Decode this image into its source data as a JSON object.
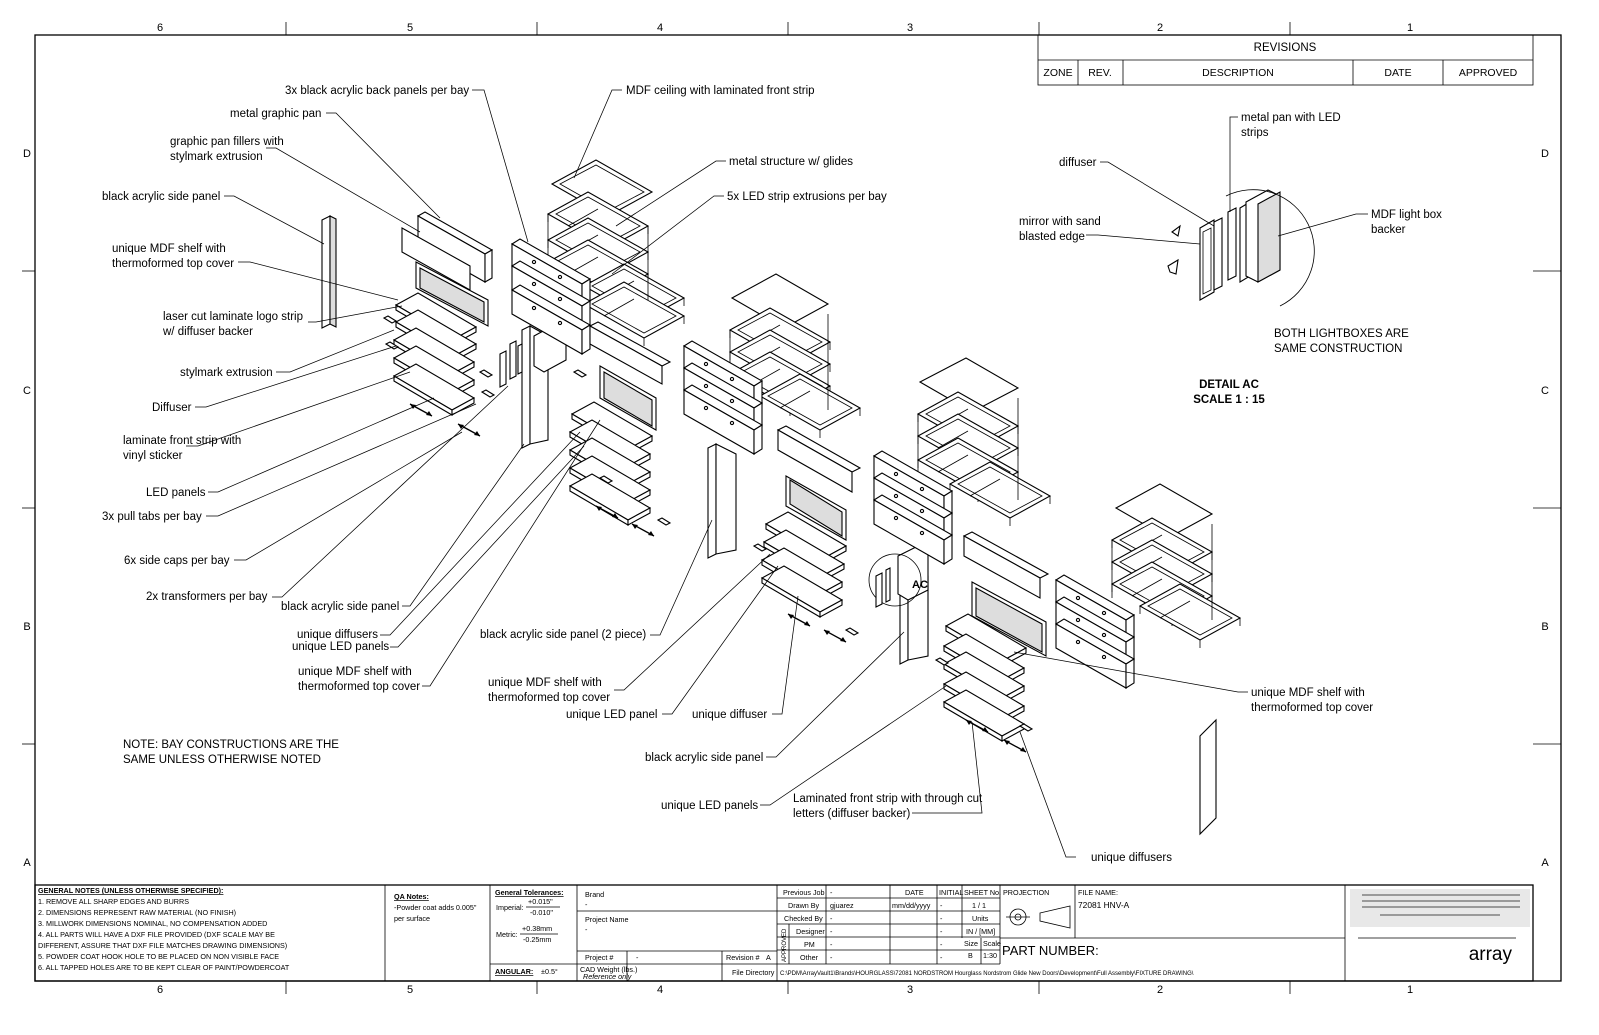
{
  "zones": {
    "columns": [
      "6",
      "5",
      "4",
      "3",
      "2",
      "1"
    ],
    "rows": [
      "D",
      "C",
      "B",
      "A"
    ]
  },
  "revisions": {
    "title": "REVISIONS",
    "headers": [
      "ZONE",
      "REV.",
      "DESCRIPTION",
      "DATE",
      "APPROVED"
    ]
  },
  "labels": {
    "l01": "3x black acrylic back panels per bay",
    "l02": "metal graphic pan",
    "l03a": "graphic pan fillers with",
    "l03b": "stylmark extrusion",
    "l04": "black acrylic side panel",
    "l05a": "unique MDF shelf with",
    "l05b": "thermoformed top cover",
    "l06a": "laser cut laminate logo strip",
    "l06b": "w/ diffuser backer",
    "l07": "stylmark extrusion",
    "l08": "Diffuser",
    "l09a": "laminate front strip with",
    "l09b": "vinyl sticker",
    "l10": "LED panels",
    "l11": "3x pull tabs per bay",
    "l12": "6x side caps per bay",
    "l13": "2x transformers per bay",
    "l14": "MDF ceiling with laminated front strip",
    "l15": "metal structure w/ glides",
    "l16": "5x LED strip extrusions per bay",
    "l17": "black acrylic side panel",
    "l18": "unique diffusers",
    "l19": "unique LED panels",
    "l20a": "unique MDF shelf with",
    "l20b": "thermoformed top cover",
    "l21": "black acrylic side panel (2 piece)",
    "l22a": "unique MDF shelf with",
    "l22b": "thermoformed top cover",
    "l23": "unique LED panel",
    "l24": "unique diffuser",
    "l25": "black acrylic side panel",
    "l26": "unique LED panels",
    "l27a": "Laminated front strip with through cut",
    "l27b": "letters (diffuser backer)",
    "l28": "unique diffusers",
    "l29a": "unique MDF shelf with",
    "l29b": "thermoformed top cover",
    "l30a": "metal pan with LED",
    "l30b": "strips",
    "l31": "diffuser",
    "l32a": "mirror with sand",
    "l32b": "blasted edge",
    "l33a": "MDF light box",
    "l33b": "backer",
    "l34a": "BOTH LIGHTBOXES ARE",
    "l34b": "SAME CONSTRUCTION",
    "detail_title": "DETAIL AC",
    "detail_scale": "SCALE 1 : 15",
    "callout": "AC",
    "note_a": "NOTE: BAY CONSTRUCTIONS ARE THE",
    "note_b": "SAME UNLESS OTHERWISE NOTED"
  },
  "title_block": {
    "general_notes_title": "GENERAL NOTES (UNLESS OTHERWISE SPECIFIED):",
    "general_notes": [
      "1.   REMOVE ALL SHARP EDGES AND BURRS",
      "2.   DIMENSIONS REPRESENT RAW MATERIAL (NO FINISH)",
      "3.   MILLWORK DIMENSIONS NOMINAL, NO COMPENSATION ADDED",
      "4.   ALL PARTS WILL HAVE A DXF FILE PROVIDED (DXF SCALE MAY BE",
      "       DIFFERENT, ASSURE THAT DXF FILE MATCHES DRAWING DIMENSIONS)",
      "5.   POWDER COAT HOOK HOLE TO BE PLACED ON NON VISIBLE FACE",
      "6.   ALL TAPPED HOLES ARE TO BE KEPT CLEAR OF PAINT/POWDERCOAT"
    ],
    "qa_title": "QA Notes:",
    "qa_line1": "-Powder coat adds 0.005\"",
    "qa_line2": "per surface",
    "tol_title": "General Tolerances:",
    "imperial_label": "Imperial:",
    "imperial_plus": "+0.015\"",
    "imperial_minus": "-0.010\"",
    "metric_label": "Metric:",
    "metric_plus": "+0.38mm",
    "metric_minus": "-0.25mm",
    "angular_label": "ANGULAR:",
    "angular_value": "±0.5°",
    "brand_label": "Brand",
    "brand_value": "-",
    "project_name_label": "Project Name",
    "project_name_value": "-",
    "project_num_label": "Project #",
    "project_num_value": "-",
    "revision_label": "Revision #",
    "revision_value": "A",
    "cad_weight_label": "CAD Weight (lbs.)",
    "cad_weight_sub": "Reference only",
    "file_dir_label": "File Directory",
    "file_dir_value": "C:\\PDM\\ArrayVault1\\Brands\\HOURGLASS\\72081 NORDSTROM  Hourglass Nordstrom Glide New Doors\\Development\\Full Assembly\\FIXTURE DRAWING\\",
    "previous_job_label": "Previous Job",
    "previous_job_value": "-",
    "date_header": "DATE",
    "initial_header": "INITIAL",
    "sheet_header": "SHEET No.",
    "drawn_by_label": "Drawn By",
    "drawn_by_value": "gjuarez",
    "drawn_date": "mm/dd/yyyy",
    "sheet_value": "1 / 1",
    "checked_by_label": "Checked By",
    "units_label": "Units",
    "units_value": "IN / [MM]",
    "approved_label": "APPROVED",
    "designer_label": "Designer",
    "pm_label": "PM",
    "other_label": "Other",
    "dash": "-",
    "size_label": "Size",
    "size_value": "B",
    "scale_label": "Scale",
    "scale_value": "1:30",
    "projection_label": "PROJECTION",
    "file_name_label": "FILE NAME:",
    "file_name_value": "72081 HNV-A",
    "part_number_label": "PART NUMBER:",
    "company_logo": "array"
  }
}
